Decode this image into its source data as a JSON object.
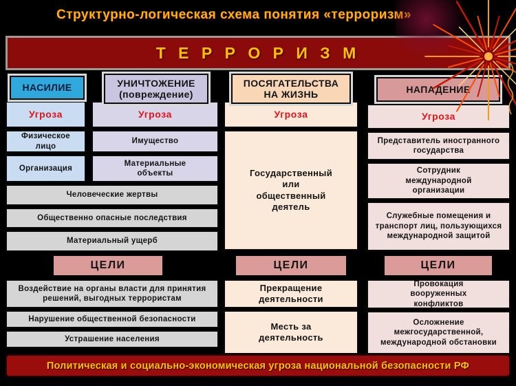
{
  "page": {
    "title": "Структурно-логическая схема понятия «терроризм»",
    "top_banner": "Т Е Р Р О Р И З М",
    "bottom_banner": "Политическая и социально-экономическая угроза национальной безопасности РФ"
  },
  "colors": {
    "background": "#000000",
    "banner_red": "#8B0B0B",
    "title_gold": "#FFB400",
    "threat_red": "#E2131B",
    "violence_blue": "#2FA8DC",
    "violence_light": "#C9DCF2",
    "destruction_lavender": "#C9C4DF",
    "destruction_light": "#D9D5E8",
    "attempt_peach": "#F8D6B6",
    "attempt_cream": "#FBE9DA",
    "attack_rose": "#D89A98",
    "attack_light": "#F1DFDE",
    "shared_gray": "#D5D5D5",
    "goals_pink": "#DB9B99"
  },
  "col_violence": {
    "header": "НАСИЛИЕ",
    "threat": "Угроза",
    "items": [
      "Физическое лицо",
      "Организация"
    ]
  },
  "col_destruction": {
    "header_line1": "УНИЧТОЖЕНИЕ",
    "header_line2": "(повреждение)",
    "threat": "Угроза",
    "items": [
      "Имущество",
      "Материальные объекты"
    ]
  },
  "shared_violence_destruction": {
    "consequences": [
      "Человеческие жертвы",
      "Общественно опасные последствия",
      "Материальный ущерб"
    ],
    "goals_label": "ЦЕЛИ",
    "goals": [
      "Воздействие на органы власти для принятия решений, выгодных террористам",
      "Нарушение общественной безопасности",
      "Устрашение населения"
    ]
  },
  "col_attempt_on_life": {
    "header_line1": "ПОСЯГАТЕЛЬСТВА",
    "header_line2": "НА ЖИЗНЬ",
    "threat": "Угроза",
    "target": "Государственный или общественный деятель",
    "goals_label": "ЦЕЛИ",
    "goals": [
      "Прекращение деятельности",
      "Месть за деятельность"
    ]
  },
  "col_attack": {
    "header": "НАПАДЕНИЕ",
    "threat": "Угроза",
    "items": [
      "Представитель иностранного государства",
      "Сотрудник международной организации",
      "Служебные помещения и транспорт лиц, пользующихся международной защитой"
    ],
    "goals_label": "ЦЕЛИ",
    "goals": [
      "Провокация вооруженных конфликтов",
      "Осложнение межгосударственной, международной обстановки"
    ]
  }
}
